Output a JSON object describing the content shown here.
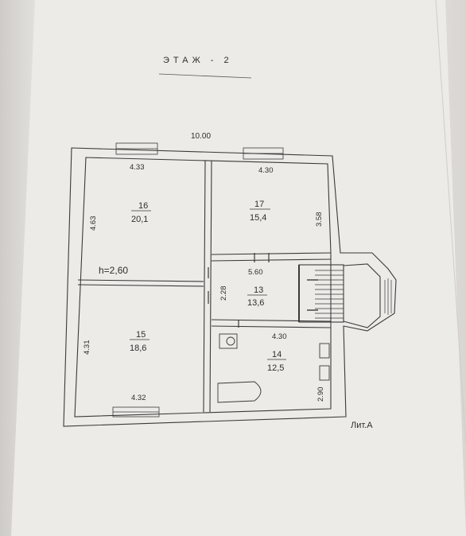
{
  "title": "ЭТАЖ - 2",
  "total_width": "10.00",
  "height_note": "h=2,60",
  "litera": "Лит.А",
  "rooms": [
    {
      "number": "16",
      "area": "20,1"
    },
    {
      "number": "17",
      "area": "15,4"
    },
    {
      "number": "13",
      "area": "13,6"
    },
    {
      "number": "15",
      "area": "18,6"
    },
    {
      "number": "14",
      "area": "12,5"
    }
  ],
  "dimensions": {
    "room16_width": "4.33",
    "room16_depth": "4.63",
    "room17_width": "4.30",
    "room17_depth": "3.58",
    "hall_width": "5.60",
    "hall_depth": "2.28",
    "room14_width": "4.30",
    "room14_depth": "2.90",
    "room15_width": "4.32",
    "room15_depth": "4.31"
  },
  "colors": {
    "paper": "#ebe9e6",
    "ink": "#2e2e2e"
  }
}
